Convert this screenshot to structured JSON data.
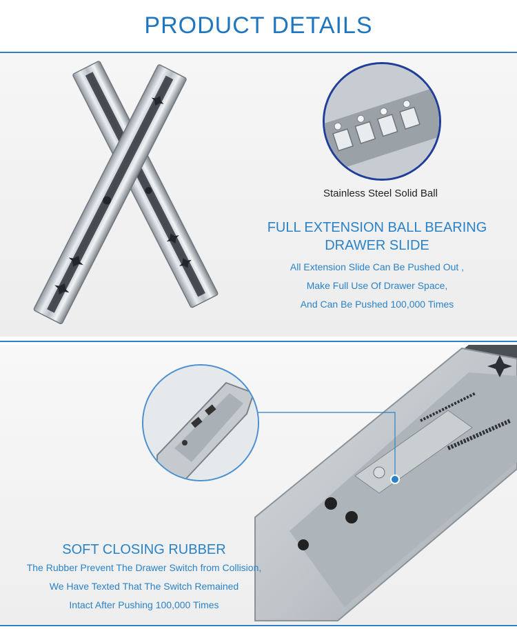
{
  "header": {
    "title": "PRODUCT DETAILS"
  },
  "section1": {
    "zoom_caption": "Stainless Steel Solid Ball",
    "title_line1": "FULL EXTENSION BALL BEARING",
    "title_line2": "DRAWER SLIDE",
    "desc": [
      "All Extension Slide Can Be Pushed Out ,",
      "Make Full Use Of Drawer Space,",
      "And Can Be Pushed 100,000 Times"
    ]
  },
  "section2": {
    "title": "SOFT CLOSING RUBBER",
    "desc": [
      "The Rubber Prevent The Drawer Switch from Collision,",
      "We Have Texted That The Switch Remained",
      "Intact After Pushing 100,000 Times"
    ]
  },
  "colors": {
    "accent": "#2a82c7",
    "rule": "#2f7fca",
    "circle_border": "#1e3e9a"
  }
}
